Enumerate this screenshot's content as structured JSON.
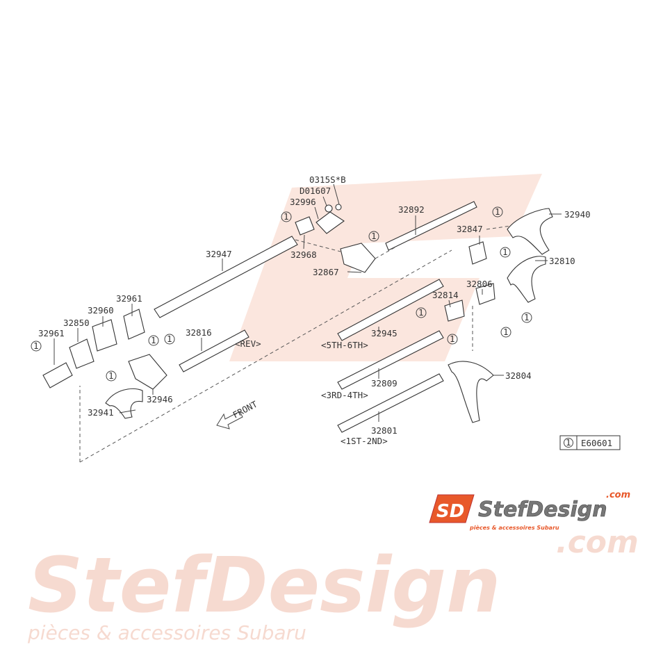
{
  "watermark": {
    "brand": "StefDesign",
    "domain": ".com",
    "tagline": "pièces & accessoires Subaru"
  },
  "logo": {
    "mark": "SD",
    "brand": "StefDesign",
    "domain": ".com",
    "tagline": "pièces & accessoires Subaru",
    "colors": {
      "orange": "#e8582a",
      "gray": "#666666"
    }
  },
  "parts": {
    "p0315": "0315S*B",
    "d01607": "D01607",
    "p32996": "32996",
    "p32968": "32968",
    "p32867": "32867",
    "p32892": "32892",
    "p32847": "32847",
    "p32940": "32940",
    "p32810": "32810",
    "p32947": "32947",
    "p32961a": "32961",
    "p32960": "32960",
    "p32850": "32850",
    "p32961b": "32961",
    "p32816": "32816",
    "rev": "<REV>",
    "p32814": "32814",
    "p32806": "32806",
    "p32945": "32945",
    "g56": "<5TH-6TH>",
    "p32804": "32804",
    "p32809": "32809",
    "g34": "<3RD-4TH>",
    "p32801": "32801",
    "g12": "<1ST-2ND>",
    "p32946": "32946",
    "p32941": "32941",
    "front": "FRONT"
  },
  "callout": "1",
  "legend": {
    "symbol": "1",
    "code": "E60601"
  }
}
